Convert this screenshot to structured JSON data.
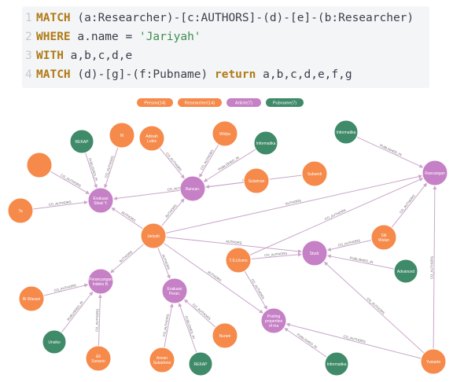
{
  "code": {
    "lines": [
      {
        "num": "1",
        "parts": [
          {
            "t": "MATCH",
            "k": "kw"
          },
          {
            "t": " (a:Researcher)-[c:AUTHORS]-(d)-[e]-(b:Researcher)",
            "k": ""
          }
        ]
      },
      {
        "num": "2",
        "parts": [
          {
            "t": "WHERE",
            "k": "kw"
          },
          {
            "t": " a.name = ",
            "k": ""
          },
          {
            "t": "'Jariyah'",
            "k": "str"
          }
        ]
      },
      {
        "num": "3",
        "parts": [
          {
            "t": "WITH",
            "k": "kw"
          },
          {
            "t": " a,b,c,d,e",
            "k": ""
          }
        ]
      },
      {
        "num": "4",
        "parts": [
          {
            "t": "MATCH",
            "k": "kw"
          },
          {
            "t": " (d)-[g]-(f:Pubname) ",
            "k": ""
          },
          {
            "t": "return",
            "k": "kw"
          },
          {
            "t": " a,b,c,d,e,f,g",
            "k": ""
          }
        ]
      }
    ]
  },
  "legend": [
    {
      "label": "Person(14)",
      "color": "#f58a4b"
    },
    {
      "label": "Researcher(14)",
      "color": "#f58a4b"
    },
    {
      "label": "Article(7)",
      "color": "#c680c6"
    },
    {
      "label": "Pubname(7)",
      "color": "#3f8a69"
    }
  ],
  "colors": {
    "person": "#f58a4b",
    "article": "#c680c6",
    "pubname": "#3f8a69",
    "edge": "#c9a6c9"
  },
  "nodes": [
    {
      "id": "jariyah",
      "label": "Jariyah",
      "type": "person"
    },
    {
      "id": "a1",
      "label": "Evaluasi Sitasi Y.",
      "type": "article"
    },
    {
      "id": "a2",
      "label": "Rancan.",
      "type": "article"
    },
    {
      "id": "a3",
      "label": "Perancangan Indeks B.",
      "type": "article"
    },
    {
      "id": "a4",
      "label": "Evaluasi Peran.",
      "type": "article"
    },
    {
      "id": "a5",
      "label": "Studi.",
      "type": "article"
    },
    {
      "id": "a6",
      "label": "Posting properties of ma",
      "type": "article"
    },
    {
      "id": "a7",
      "label": "Rancangan",
      "type": "article"
    },
    {
      "id": "p1",
      "label": "",
      "type": "person"
    },
    {
      "id": "p2",
      "label": "M",
      "type": "person"
    },
    {
      "id": "p3",
      "label": "Adinah Lubis",
      "type": "person"
    },
    {
      "id": "p4",
      "label": "Widya",
      "type": "person"
    },
    {
      "id": "p5",
      "label": "Ta",
      "type": "person"
    },
    {
      "id": "p6",
      "label": "Sulaiman",
      "type": "person"
    },
    {
      "id": "p7",
      "label": "Subandi",
      "type": "person"
    },
    {
      "id": "p8",
      "label": "Ri Wasani",
      "type": "person"
    },
    {
      "id": "p9",
      "label": "Eli Sunarto",
      "type": "person"
    },
    {
      "id": "p10",
      "label": "Asnan Sukartono",
      "type": "person"
    },
    {
      "id": "p11",
      "label": "Nurani",
      "type": "person"
    },
    {
      "id": "p12",
      "label": "T.S.Utomo",
      "type": "person"
    },
    {
      "id": "p13",
      "label": "Siti Wulan",
      "type": "person"
    },
    {
      "id": "p14",
      "label": "Yuniarto",
      "type": "person"
    },
    {
      "id": "u1",
      "label": "REKAP",
      "type": "pubname"
    },
    {
      "id": "u2",
      "label": "Informatika",
      "type": "pubname"
    },
    {
      "id": "u3",
      "label": "Informatika",
      "type": "pubname"
    },
    {
      "id": "u4",
      "label": "Advanced",
      "type": "pubname"
    },
    {
      "id": "u5",
      "label": "Unsiko",
      "type": "pubname"
    },
    {
      "id": "u6",
      "label": "REKAP",
      "type": "pubname"
    },
    {
      "id": "u7",
      "label": "Informatika",
      "type": "pubname"
    }
  ],
  "edges": [
    {
      "s": "p1",
      "t": "a1",
      "label": "CO_AUTHORS"
    },
    {
      "s": "p2",
      "t": "a1",
      "label": "CO_AUTHORS"
    },
    {
      "s": "u1",
      "t": "a1",
      "label": "PUBLISHED_IN"
    },
    {
      "s": "p5",
      "t": "a1",
      "label": "CO_AUTHORS"
    },
    {
      "s": "p6",
      "t": "a1",
      "label": "CO_AUTHORS"
    },
    {
      "s": "jariyah",
      "t": "a1",
      "label": "AUTHORS"
    },
    {
      "s": "p3",
      "t": "a2",
      "label": "CO_AUTHORS"
    },
    {
      "s": "p4",
      "t": "a2",
      "label": "CO_AUTHORS"
    },
    {
      "s": "u2",
      "t": "a2",
      "label": "PUBLISHED_IN"
    },
    {
      "s": "p7",
      "t": "a2",
      "label": "CO_AUTHORS"
    },
    {
      "s": "jariyah",
      "t": "a2",
      "label": "AUTHORS"
    },
    {
      "s": "jariyah",
      "t": "a3",
      "label": "AUTHORS"
    },
    {
      "s": "p8",
      "t": "a3",
      "label": "CO_AUTHORS"
    },
    {
      "s": "u5",
      "t": "a3",
      "label": "PUBLISHED_IN"
    },
    {
      "s": "p9",
      "t": "a3",
      "label": "CO_AUTHORS"
    },
    {
      "s": "jariyah",
      "t": "a4",
      "label": "AUTHORS"
    },
    {
      "s": "p10",
      "t": "a4",
      "label": "CO_AUTHORS"
    },
    {
      "s": "u6",
      "t": "a4",
      "label": "PUBLISHED_IN"
    },
    {
      "s": "p11",
      "t": "a4",
      "label": "CO_AUTHORS"
    },
    {
      "s": "jariyah",
      "t": "a5",
      "label": "AUTHORS"
    },
    {
      "s": "p12",
      "t": "a5",
      "label": "CO_AUTHORS"
    },
    {
      "s": "p13",
      "t": "a5",
      "label": "CO_AUTHORS"
    },
    {
      "s": "u4",
      "t": "a5",
      "label": "PUBLISHED_IN"
    },
    {
      "s": "jariyah",
      "t": "a6",
      "label": "AUTHORS"
    },
    {
      "s": "p12",
      "t": "a6",
      "label": "CO_AUTHORS"
    },
    {
      "s": "u7",
      "t": "a6",
      "label": "PUBLISHED_IN"
    },
    {
      "s": "p14",
      "t": "a6",
      "label": "CO_AUTHORS"
    },
    {
      "s": "jariyah",
      "t": "a7",
      "label": "AUTHORS"
    },
    {
      "s": "u3",
      "t": "a7",
      "label": "PUBLISHED_IN"
    },
    {
      "s": "p13",
      "t": "a7",
      "label": "CO_AUTHORS"
    },
    {
      "s": "p14",
      "t": "a7",
      "label": "CO_AUTHORS"
    },
    {
      "s": "p12",
      "t": "a7",
      "label": "CO_AUTHORS"
    },
    {
      "s": "p14",
      "t": "a5",
      "label": "CO_AUTHORS"
    }
  ]
}
